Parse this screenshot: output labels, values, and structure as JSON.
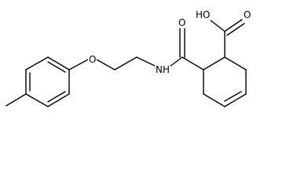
{
  "molecule": {
    "atom_labels": {
      "hydroxyl": "HO",
      "carbonyl_oxygen_acid": "O",
      "carbonyl_oxygen_amide": "O",
      "ether_oxygen": "O",
      "amide_nitrogen": "NH"
    }
  }
}
